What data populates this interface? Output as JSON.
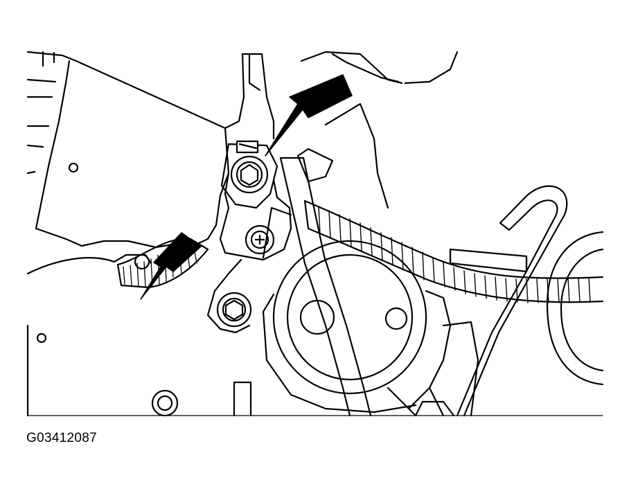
{
  "figure": {
    "id": "G03412087"
  },
  "colors": {
    "line": "#000000",
    "background": "#ffffff"
  },
  "callouts": [
    {
      "name": "bolt-callout-arrow",
      "icon": "black-arrow"
    },
    {
      "name": "harness-callout-arrow",
      "icon": "black-arrow"
    }
  ]
}
